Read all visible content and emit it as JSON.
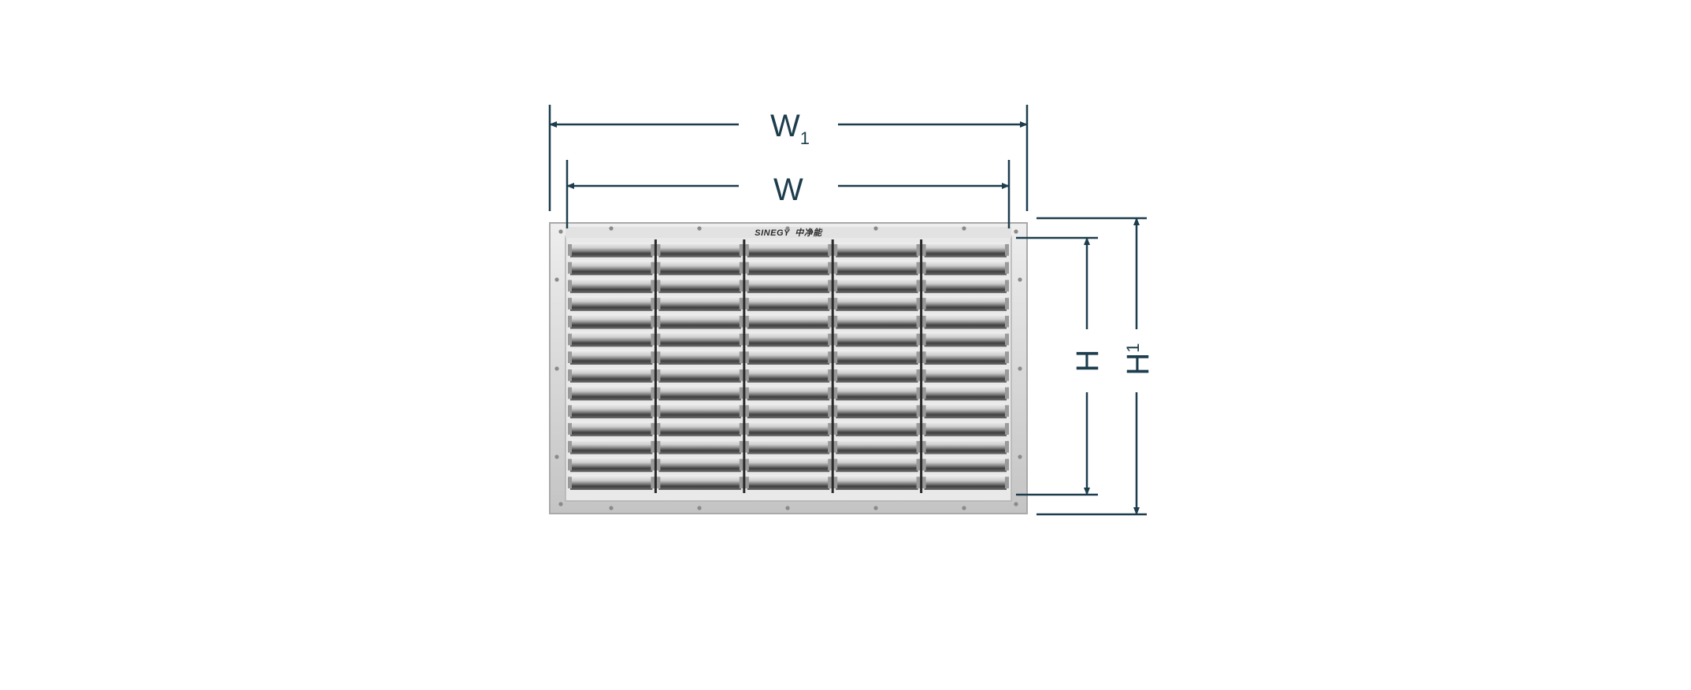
{
  "diagram": {
    "brand": {
      "name": "SINEGY",
      "name_cn": "中净能"
    },
    "panel": {
      "columns": 5,
      "rows": 14
    },
    "dimensions": {
      "outer_width": {
        "label": "W",
        "sub": "1"
      },
      "inner_width": {
        "label": "W",
        "sub": ""
      },
      "inner_height": {
        "label": "H",
        "sub": ""
      },
      "outer_height": {
        "label": "H",
        "sub": "1"
      }
    },
    "colors": {
      "dimension_line": "#1d3d4d",
      "frame": "#c9c9c9",
      "frame_light": "#e4e4e4",
      "blade_dark": "#4a4a4a",
      "blade_light": "#d8d8d8",
      "mullion": "#2a2a2a"
    }
  }
}
